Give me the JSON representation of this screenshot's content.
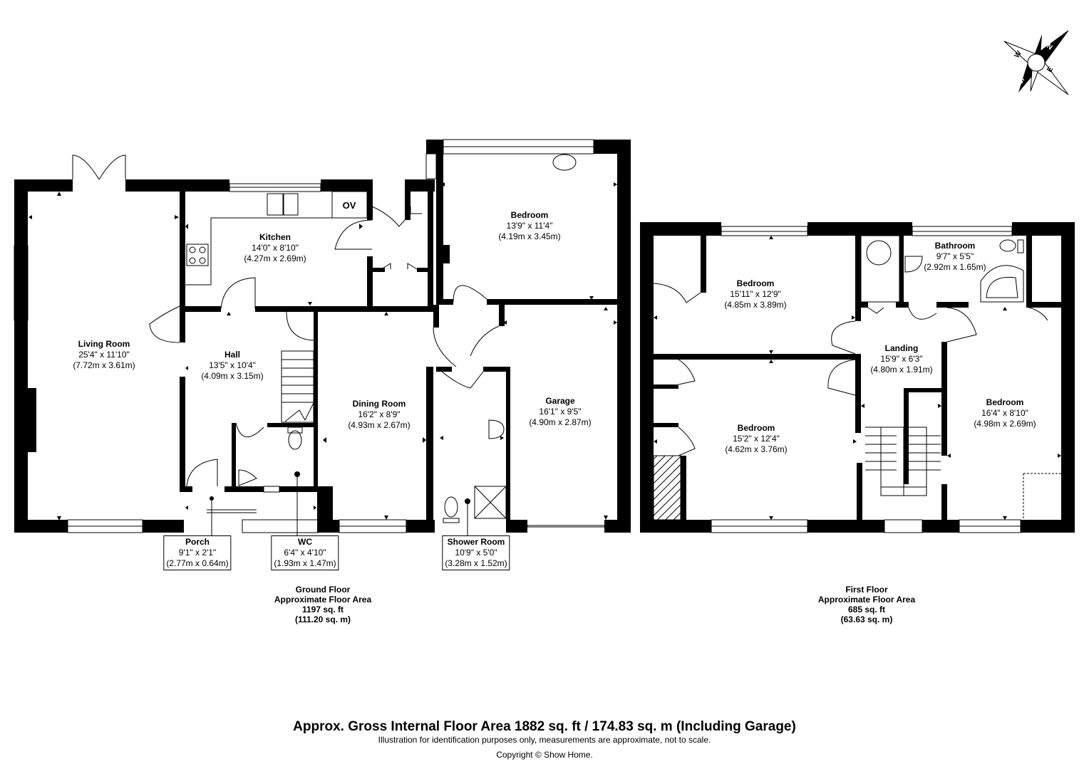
{
  "rooms": {
    "living": {
      "name": "Living Room",
      "imperial": "25'4\" x 11'10\"",
      "metric": "(7.72m x 3.61m)"
    },
    "kitchen": {
      "name": "Kitchen",
      "imperial": "14'0\" x 8'10\"",
      "metric": "(4.27m x 2.69m)",
      "oven": "OV"
    },
    "hall": {
      "name": "Hall",
      "imperial": "13'5\" x 10'4\"",
      "metric": "(4.09m x 3.15m)"
    },
    "dining": {
      "name": "Dining Room",
      "imperial": "16'2\" x 8'9\"",
      "metric": "(4.93m x 2.67m)"
    },
    "bedroom_gf": {
      "name": "Bedroom",
      "imperial": "13'9\" x 11'4\"",
      "metric": "(4.19m x 3.45m)"
    },
    "garage": {
      "name": "Garage",
      "imperial": "16'1\" x 9'5\"",
      "metric": "(4.90m x 2.87m)"
    },
    "porch": {
      "name": "Porch",
      "imperial": "9'1\" x 2'1\"",
      "metric": "(2.77m x 0.64m)"
    },
    "wc": {
      "name": "WC",
      "imperial": "6'4\" x 4'10\"",
      "metric": "(1.93m x 1.47m)"
    },
    "shower": {
      "name": "Shower Room",
      "imperial": "10'9\" x 5'0\"",
      "metric": "(3.28m x 1.52m)"
    },
    "bed1": {
      "name": "Bedroom",
      "imperial": "15'11\" x 12'9\"",
      "metric": "(4.85m x 3.89m)"
    },
    "bathroom": {
      "name": "Bathroom",
      "imperial": "9'7\" x 5'5\"",
      "metric": "(2.92m x 1.65m)"
    },
    "landing": {
      "name": "Landing",
      "imperial": "15'9\" x 6'3\"",
      "metric": "(4.80m x 1.91m)"
    },
    "bed2": {
      "name": "Bedroom",
      "imperial": "15'2\" x 12'4\"",
      "metric": "(4.62m x 3.76m)"
    },
    "bed3": {
      "name": "Bedroom",
      "imperial": "16'4\" x 8'10\"",
      "metric": "(4.98m x 2.69m)"
    }
  },
  "floors": {
    "ground": {
      "name": "Ground Floor",
      "caption": "Approximate Floor Area",
      "area_imperial": "1197 sq. ft",
      "area_metric": "(111.20 sq. m)"
    },
    "first": {
      "name": "First Floor",
      "caption": "Approximate Floor Area",
      "area_imperial": "685 sq. ft",
      "area_metric": "(63.63 sq. m)"
    }
  },
  "compass": {
    "letters": [
      "N",
      "E",
      "S",
      "W"
    ],
    "icon": "compass-rose-icon"
  },
  "footer": {
    "total": "Approx. Gross Internal Floor Area 1882 sq. ft / 174.83 sq. m (Including Garage)",
    "disclaimer": "Illustration for identification purposes only, measurements are approximate, not to scale.",
    "copyright": "Copyright © Show Home."
  },
  "colors": {
    "wall": "#000000",
    "background": "#ffffff",
    "line": "#000000"
  }
}
